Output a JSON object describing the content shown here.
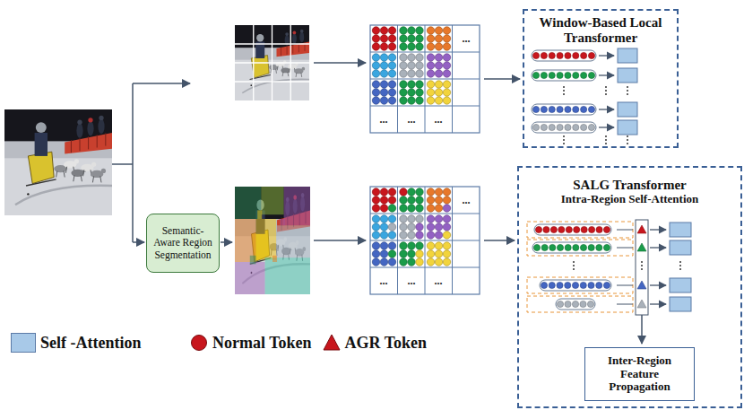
{
  "diagram": {
    "nodes": [
      {
        "text": [
          "Semantic-Aware Region Segmentation"
        ]
      },
      {
        "text": [
          "Window-Based Local Transformer"
        ]
      },
      {
        "text": [
          "SALG Transformer",
          "Intra-Region Self-Attention"
        ]
      },
      {
        "text": [
          "Inter-Region Feature Propagation"
        ],
        "in": 2
      }
    ],
    "labels": [
      "...",
      "...",
      "...",
      "...",
      "...",
      "...",
      "...",
      "..."
    ],
    "legend": [
      {
        "text": "Self -Attention",
        "color": "#a8c9e8"
      },
      {
        "text": "Normal Token"
      },
      {
        "text": "AGR Token"
      }
    ]
  }
}
